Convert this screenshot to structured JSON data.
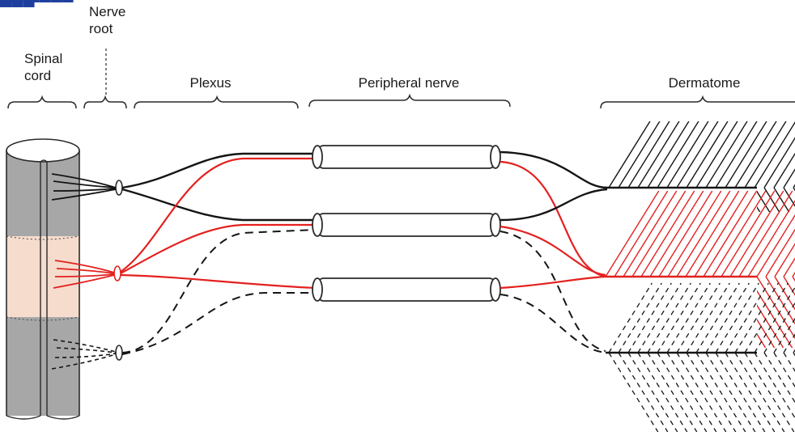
{
  "labels": {
    "spinal_cord": "Spinal cord",
    "nerve_root": "Nerve root",
    "plexus": "Plexus",
    "peripheral_nerve": "Peripheral nerve",
    "dermatome": "Dermatome"
  },
  "colors": {
    "black_fiber": "#151515",
    "red_fiber": "#e3211f",
    "cord_gray": "#a7a7a7",
    "cord_pink": "#f5dccd",
    "sheath": "#ffffff",
    "outline": "#2a2a2a"
  }
}
